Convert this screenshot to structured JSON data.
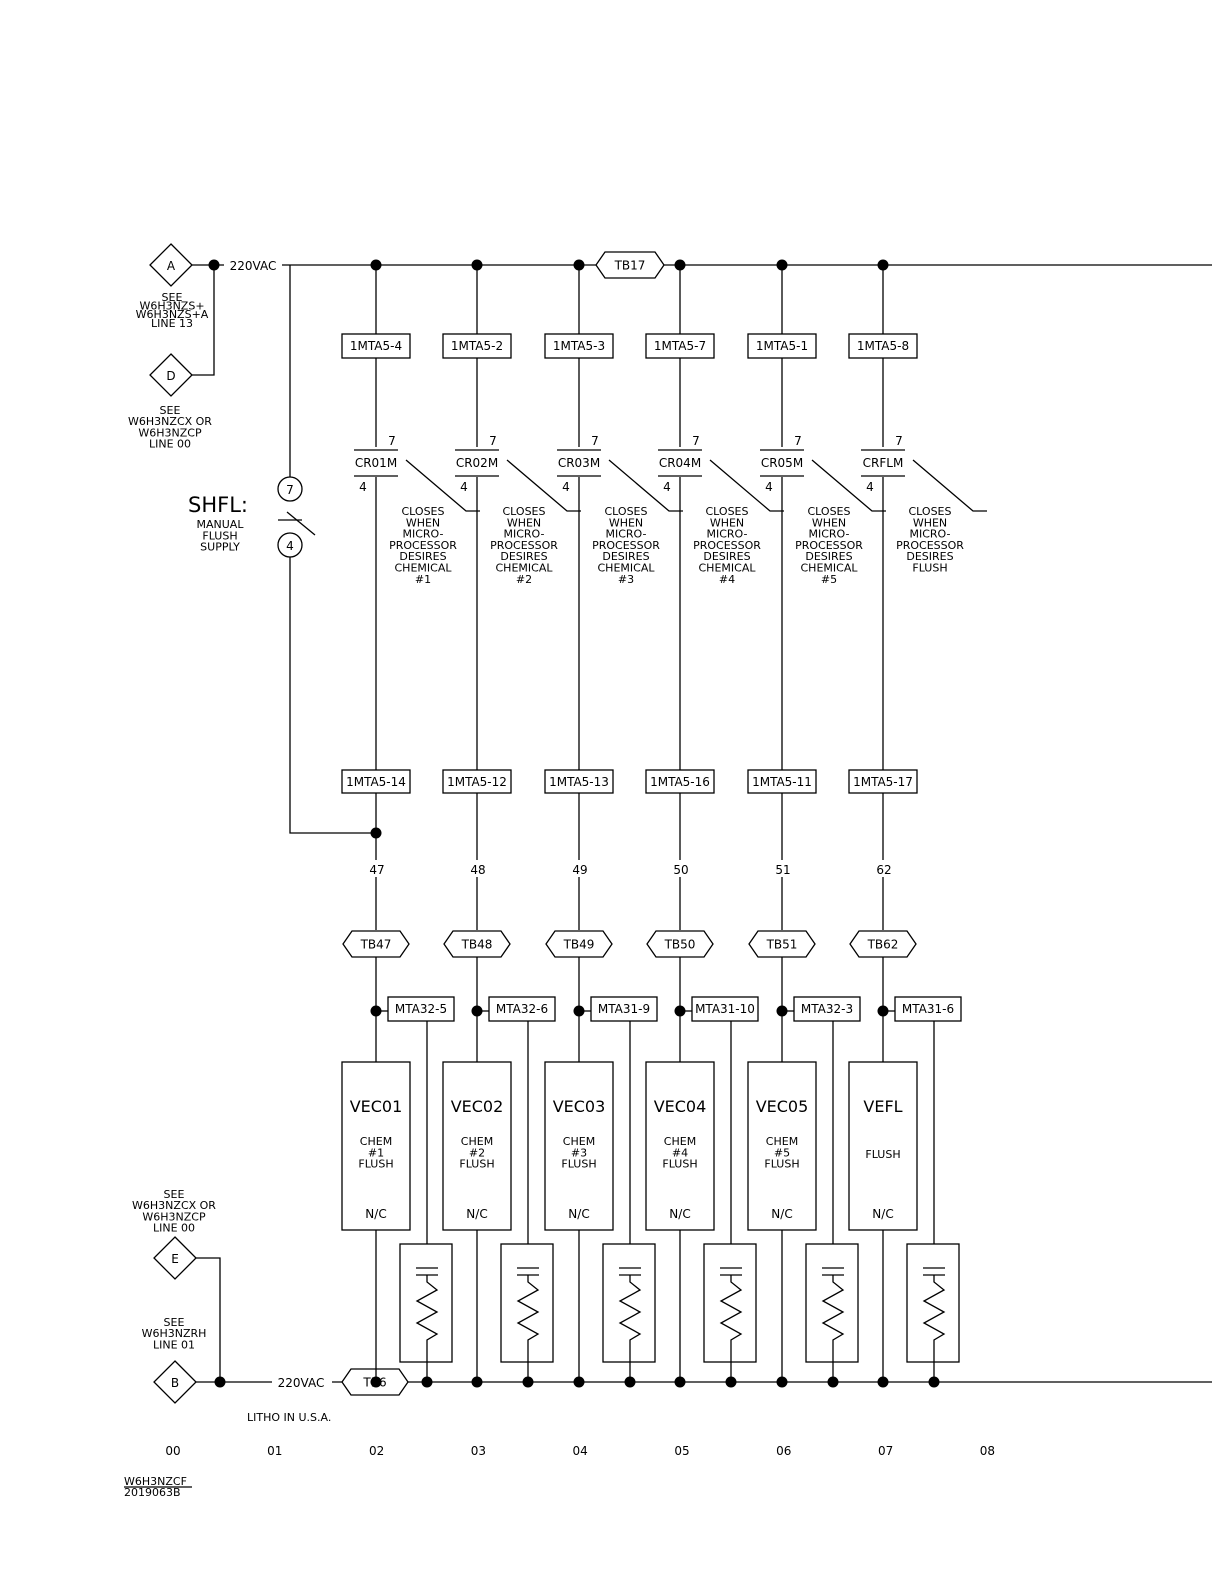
{
  "supply": {
    "top_voltage": "220VAC",
    "bottom_voltage": "220VAC",
    "top_terminal": "TB17",
    "bottom_terminal": "TB6"
  },
  "connectors": [
    {
      "letter": "A",
      "note": [
        "SEE",
        "W6H3NZS+",
        "W6H3NZS+A",
        "LINE 13"
      ]
    },
    {
      "letter": "D",
      "note": [
        "SEE",
        "W6H3NZCX OR",
        "W6H3NZCP",
        "LINE 00"
      ]
    },
    {
      "letter": "E",
      "note": [
        "SEE",
        "W6H3NZCX OR",
        "W6H3NZCP",
        "LINE 00"
      ]
    },
    {
      "letter": "B",
      "note": [
        "SEE",
        "W6H3NZRH",
        "LINE 01"
      ]
    }
  ],
  "manual_flush": {
    "title": "SHFL:",
    "label": [
      "MANUAL",
      "FLUSH",
      "SUPPLY"
    ],
    "top_pin": "7",
    "bottom_pin": "4"
  },
  "branches": [
    {
      "top_term": "1MTA5-4",
      "relay": "CR01M",
      "pin_top": "7",
      "pin_bottom": "4",
      "note": [
        "CLOSES",
        "WHEN",
        "MICRO-",
        "PROCESSOR",
        "DESIRES",
        "CHEMICAL",
        "#1"
      ],
      "bottom_term": "1MTA5-14",
      "wire": "47",
      "tb": "TB47",
      "mta": "MTA32-5",
      "valve": "VEC01",
      "desc": [
        "CHEM",
        "#1",
        "FLUSH"
      ],
      "state": "N/C"
    },
    {
      "top_term": "1MTA5-2",
      "relay": "CR02M",
      "pin_top": "7",
      "pin_bottom": "4",
      "note": [
        "CLOSES",
        "WHEN",
        "MICRO-",
        "PROCESSOR",
        "DESIRES",
        "CHEMICAL",
        "#2"
      ],
      "bottom_term": "1MTA5-12",
      "wire": "48",
      "tb": "TB48",
      "mta": "MTA32-6",
      "valve": "VEC02",
      "desc": [
        "CHEM",
        "#2",
        "FLUSH"
      ],
      "state": "N/C"
    },
    {
      "top_term": "1MTA5-3",
      "relay": "CR03M",
      "pin_top": "7",
      "pin_bottom": "4",
      "note": [
        "CLOSES",
        "WHEN",
        "MICRO-",
        "PROCESSOR",
        "DESIRES",
        "CHEMICAL",
        "#3"
      ],
      "bottom_term": "1MTA5-13",
      "wire": "49",
      "tb": "TB49",
      "mta": "MTA31-9",
      "valve": "VEC03",
      "desc": [
        "CHEM",
        "#3",
        "FLUSH"
      ],
      "state": "N/C"
    },
    {
      "top_term": "1MTA5-7",
      "relay": "CR04M",
      "pin_top": "7",
      "pin_bottom": "4",
      "note": [
        "CLOSES",
        "WHEN",
        "MICRO-",
        "PROCESSOR",
        "DESIRES",
        "CHEMICAL",
        "#4"
      ],
      "bottom_term": "1MTA5-16",
      "wire": "50",
      "tb": "TB50",
      "mta": "MTA31-10",
      "valve": "VEC04",
      "desc": [
        "CHEM",
        "#4",
        "FLUSH"
      ],
      "state": "N/C"
    },
    {
      "top_term": "1MTA5-1",
      "relay": "CR05M",
      "pin_top": "7",
      "pin_bottom": "4",
      "note": [
        "CLOSES",
        "WHEN",
        "MICRO-",
        "PROCESSOR",
        "DESIRES",
        "CHEMICAL",
        "#5"
      ],
      "bottom_term": "1MTA5-11",
      "wire": "51",
      "tb": "TB51",
      "mta": "MTA32-3",
      "valve": "VEC05",
      "desc": [
        "CHEM",
        "#5",
        "FLUSH"
      ],
      "state": "N/C"
    },
    {
      "top_term": "1MTA5-8",
      "relay": "CRFLM",
      "pin_top": "7",
      "pin_bottom": "4",
      "note": [
        "CLOSES",
        "WHEN",
        "MICRO-",
        "PROCESSOR",
        "DESIRES",
        "FLUSH"
      ],
      "bottom_term": "1MTA5-17",
      "wire": "62",
      "tb": "TB62",
      "mta": "MTA31-6",
      "valve": "VEFL",
      "desc": [
        "FLUSH"
      ],
      "state": "N/C"
    }
  ],
  "line_numbers": [
    "00",
    "01",
    "02",
    "03",
    "04",
    "05",
    "06",
    "07",
    "08"
  ],
  "footer": {
    "litho": "LITHO IN U.S.A.",
    "drawing_id": "W6H3NZCF",
    "part_no": "2019063B"
  }
}
